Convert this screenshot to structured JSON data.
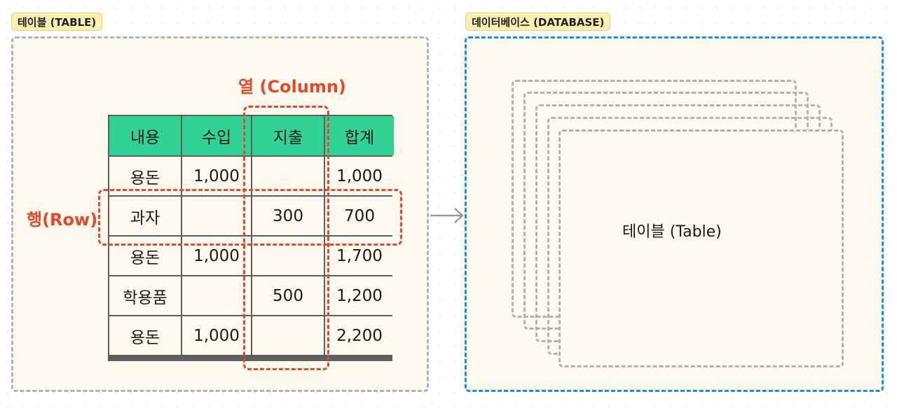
{
  "table_panel": {
    "badge": "테이블 (TABLE)"
  },
  "database_panel": {
    "badge": "데이터베이스 (DATABASE)",
    "inner_label": "테이블 (Table)"
  },
  "annotations": {
    "column_label": "열 (Column)",
    "row_label": "행(Row)"
  },
  "table": {
    "headers": [
      "내용",
      "수입",
      "지출",
      "합계"
    ],
    "rows": [
      [
        "용돈",
        "1,000",
        "",
        "1,000"
      ],
      [
        "과자",
        "",
        "300",
        "700"
      ],
      [
        "용돈",
        "1,000",
        "",
        "1,700"
      ],
      [
        "학용품",
        "",
        "500",
        "1,200"
      ],
      [
        "용돈",
        "1,000",
        "",
        "2,200"
      ]
    ]
  },
  "colors": {
    "header_fill": "#31d394",
    "highlight": "#e8472a",
    "database_border": "#1a8ceb",
    "panel_fill": "#fdfbef",
    "badge_fill": "#fdeeb1"
  }
}
